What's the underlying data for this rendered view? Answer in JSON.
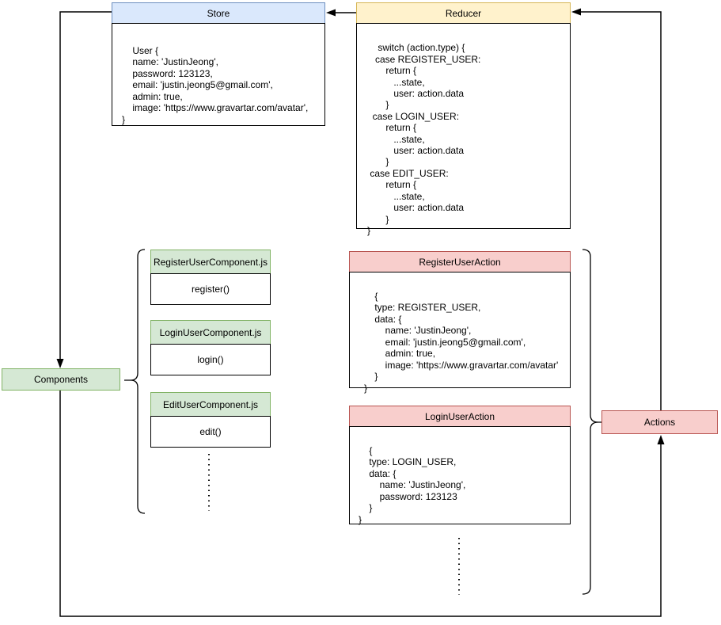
{
  "store": {
    "title": "Store",
    "code": "User {\n    name: 'JustinJeong',\n    password: 123123,\n    email: 'justin.jeong5@gmail.com',\n    admin: true,\n    image: 'https://www.gravartar.com/avatar',\n}"
  },
  "reducer": {
    "title": "Reducer",
    "code": "switch (action.type) {\n   case REGISTER_USER:\n       return {\n          ...state,\n          user: action.data\n       }\n  case LOGIN_USER:\n       return {\n          ...state,\n          user: action.data\n       }\n case EDIT_USER:\n       return {\n          ...state,\n          user: action.data\n       }\n}"
  },
  "components": {
    "label": "Components",
    "boxes": [
      {
        "title": "RegisterUserComponent.js",
        "method": "register()"
      },
      {
        "title": "LoginUserComponent.js",
        "method": "login()"
      },
      {
        "title": "EditUserComponent.js",
        "method": "edit()"
      }
    ]
  },
  "actions": {
    "label": "Actions",
    "boxes": [
      {
        "title": "RegisterUserAction",
        "code": "{\n    type: REGISTER_USER,\n    data: {\n        name: 'JustinJeong',\n        email: 'justin.jeong5@gmail.com',\n        admin: true,\n        image: 'https://www.gravartar.com/avatar'\n    }\n}"
      },
      {
        "title": "LoginUserAction",
        "code": "{\n    type: LOGIN_USER,\n    data: {\n        name: 'JustinJeong',\n        password: 123123\n    }\n}"
      }
    ]
  },
  "colors": {
    "store_fill": "#dae8fc",
    "store_border": "#6c8ebf",
    "reducer_fill": "#fff2cc",
    "reducer_border": "#d6b656",
    "component_fill": "#d5e8d4",
    "component_border": "#82b366",
    "action_fill": "#f8cecc",
    "action_border": "#b85450",
    "line": "#000000"
  }
}
